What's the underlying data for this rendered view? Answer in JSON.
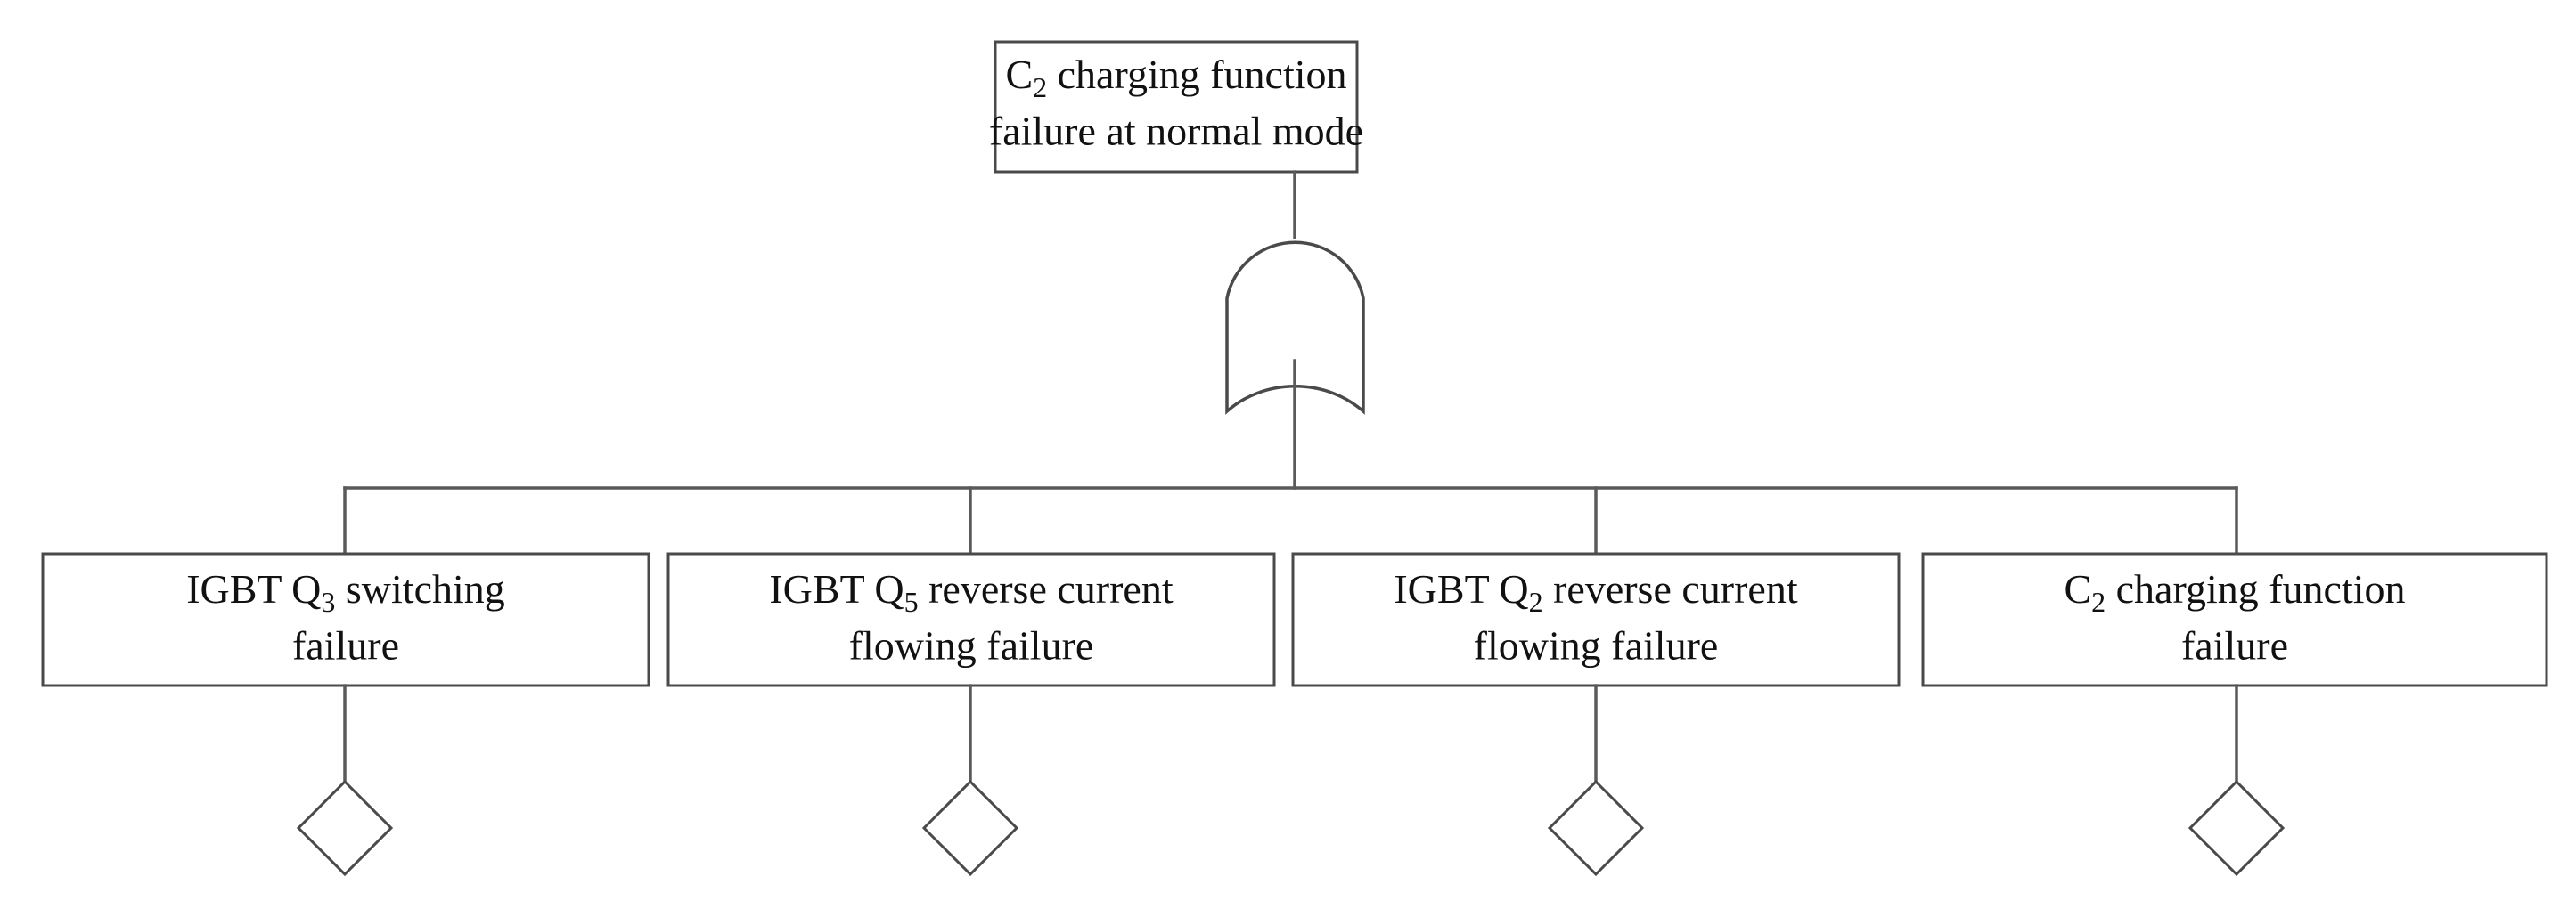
{
  "diagram": {
    "kind": "fault-tree",
    "title_node": {
      "id": "top-event",
      "label": "C2 charging function failure at normal mode",
      "line1_pre": "C",
      "line1_sub": "2",
      "line1_post": " charging function",
      "line2": "failure at normal mode"
    },
    "gate": {
      "id": "or-gate-1",
      "type": "OR",
      "label": "OR gate"
    },
    "events": [
      {
        "id": "event-1",
        "label": "IGBT Q3 switching failure",
        "line1_pre": "IGBT Q",
        "line1_sub": "3",
        "line1_post": " switching",
        "line2": "failure",
        "basic_event": "diamond"
      },
      {
        "id": "event-2",
        "label": "IGBT Q5 reverse current flowing failure",
        "line1_pre": "IGBT Q",
        "line1_sub": "5",
        "line1_post": " reverse current",
        "line2": "flowing failure",
        "basic_event": "diamond"
      },
      {
        "id": "event-3",
        "label": "IGBT Q2 reverse current flowing failure",
        "line1_pre": "IGBT Q",
        "line1_sub": "2",
        "line1_post": " reverse current",
        "line2": "flowing failure",
        "basic_event": "diamond"
      },
      {
        "id": "event-4",
        "label": "C2 charging function failure",
        "line1_pre": "C",
        "line1_sub": "2",
        "line1_post": " charging function",
        "line2": "failure",
        "basic_event": "diamond"
      }
    ],
    "colors": {
      "background": "#ffffff",
      "box_stroke": "#4a4a4a",
      "connector": "#5a5a5a",
      "text": "#111111"
    }
  }
}
